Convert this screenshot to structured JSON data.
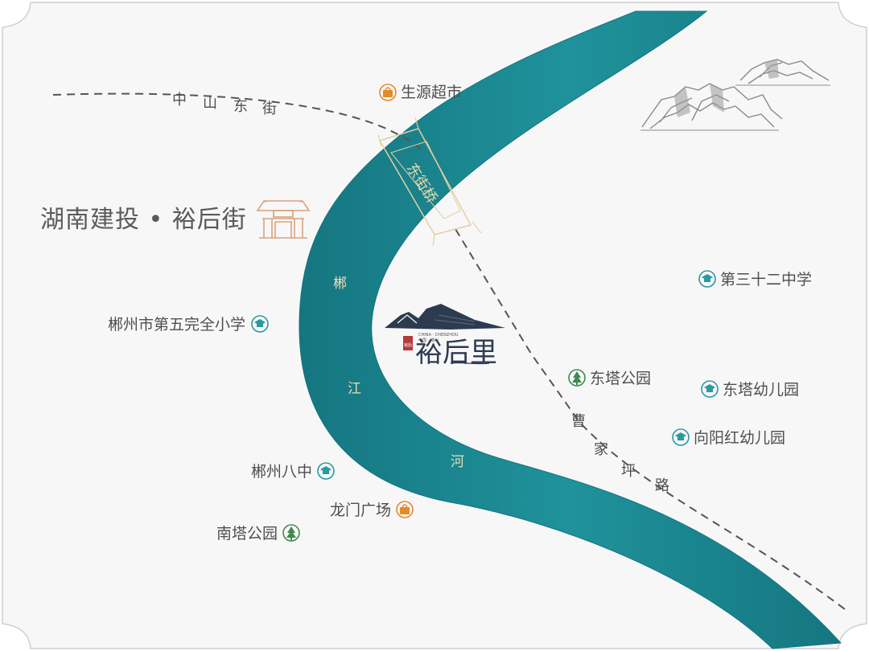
{
  "colors": {
    "river": "#1c8a94",
    "river_edge": "#157680",
    "background": "#f7f7f8",
    "school": "#2a9aa0",
    "shop": "#e6892b",
    "park": "#3f8a4e",
    "text": "#4f4f4f",
    "road": "#555555",
    "gate": "#d9a27a",
    "brand": "#2d3b50"
  },
  "project_title": "湖南建投 • 裕后街",
  "brand": {
    "name": "裕后里",
    "small_line1": "CHINA · CHENZHOU",
    "small_line2": "中国 · 郴州",
    "seal": "裕后"
  },
  "river": {
    "chars": [
      "郴",
      "江",
      "河"
    ]
  },
  "bridge": {
    "name": "东街桥"
  },
  "roads": {
    "zhongshan": [
      "中",
      "山",
      "东",
      "街"
    ],
    "caojiaping": [
      "曹",
      "家",
      "坪",
      "路"
    ]
  },
  "pois": [
    {
      "id": "shengyuan",
      "label": "生源超市",
      "icon": "shopping-bag-icon"
    },
    {
      "id": "school32",
      "label": "第三十二中学",
      "icon": "graduation-cap-icon"
    },
    {
      "id": "primary5",
      "label": "郴州市第五完全小学",
      "icon": "graduation-cap-icon"
    },
    {
      "id": "dongta-park",
      "label": "东塔公园",
      "icon": "tree-icon"
    },
    {
      "id": "dongta-kinder",
      "label": "东塔幼儿园",
      "icon": "graduation-cap-icon"
    },
    {
      "id": "xiangyang",
      "label": "向阳红幼儿园",
      "icon": "graduation-cap-icon"
    },
    {
      "id": "no8",
      "label": "郴州八中",
      "icon": "graduation-cap-icon"
    },
    {
      "id": "longmen",
      "label": "龙门广场",
      "icon": "shopping-bag-icon"
    },
    {
      "id": "nanta",
      "label": "南塔公园",
      "icon": "tree-icon"
    }
  ]
}
